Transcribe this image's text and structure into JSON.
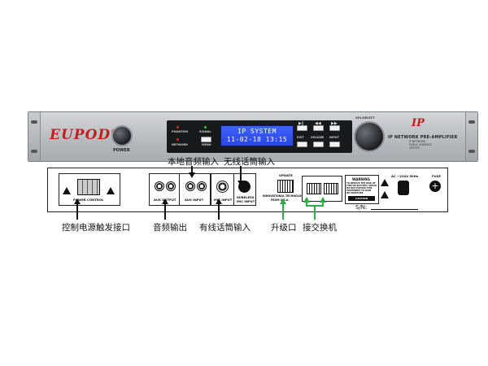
{
  "front_panel": {
    "brand": "EUPOD",
    "brand_mark": "®",
    "power_label": "POWER",
    "phantom_label": "PHANTOM",
    "network_label": "NETWORK",
    "signal_label": "SIGNAL",
    "menu_label": "MENU",
    "lcd_line1": "IP SYSTEM",
    "lcd_line2": "11-02-18  13:15",
    "exit_label": "EXIT",
    "volume_label": "VOLUME",
    "input_label": "INPUT",
    "knob_label": "VOL/SELECT",
    "ip_logo": "IP",
    "amp_title": "IP NETWORK PRE-AMPLIFIER",
    "amp_sub_1": "IP NETWORK",
    "amp_sub_2": "PUBLIC ADDRESS",
    "amp_sub_3": "SYSTEM",
    "colors": {
      "brand": "#c41e1e",
      "lcd": "#3355f0",
      "led_red": "#e02020",
      "led_green": "#2ecc40"
    }
  },
  "rear_panel": {
    "power_control": "POWER CONTROL",
    "aux_output": "AUX OUTPUT",
    "aux_input": "AUX INPUT",
    "mic_input": "MIC INPUT",
    "wireless_line1": "WIRELESS",
    "wireless_line2": "MIC INPUT",
    "update_label": "UPDATE",
    "tech_line1": "INNOVATIONAL TECHNOLOGY",
    "tech_line2": "FROM U.S.A.",
    "warning_title": "WARNING",
    "warning_l1": "TO REDUCE THE RISK OF",
    "warning_l2": "FIRE OR ELECTRIC SHOCK",
    "warning_l3": "DO NOT EXPOSE THIS",
    "warning_l4": "EQUIPMENT TO RAIN",
    "warning_l5": "OR MOISTURE.",
    "caution_label": "CAUTION",
    "voltage_label": "AC ~220V 50Hz",
    "fuse_label": "FUSE",
    "sn_label": "S/N:"
  },
  "callouts": {
    "local_audio_input": "本地音频输入",
    "wireless_mic_input": "无线话筒输入",
    "power_trigger": "控制电源触发接口",
    "audio_output": "音频输出",
    "wired_mic_input": "有线话筒输入",
    "upgrade_port": "升级口",
    "switch_port": "接交换机"
  }
}
